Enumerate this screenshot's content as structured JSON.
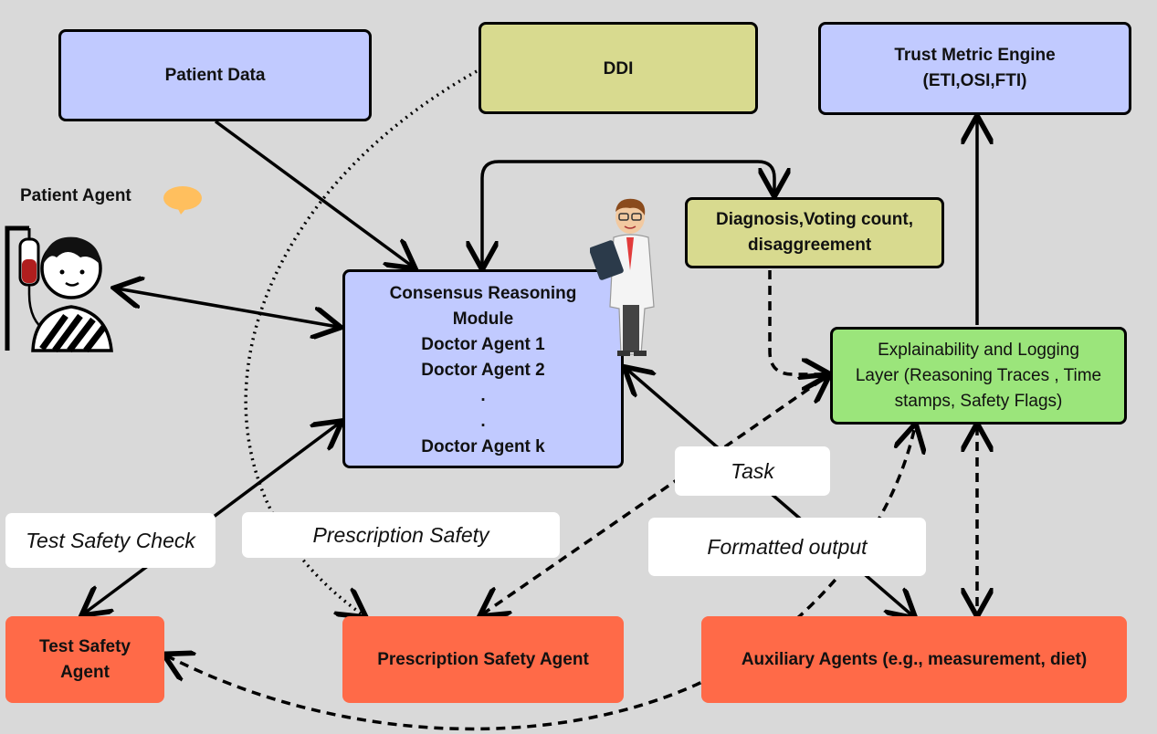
{
  "nodes": {
    "patient_data": "Patient Data",
    "ddi": "DDI",
    "trust_engine": [
      "Trust Metric Engine",
      "(ETI,OSI,FTI)"
    ],
    "diagnosis": [
      "Diagnosis,Voting count,",
      "disaggreement"
    ],
    "consensus": [
      "Consensus Reasoning",
      "Module",
      "Doctor Agent 1",
      "Doctor Agent 2",
      ".",
      ".",
      "Doctor Agent k"
    ],
    "explainability": [
      "Explainability and Logging",
      "Layer (Reasoning Traces , Time",
      "stamps, Safety Flags)"
    ],
    "test_safety_agent": [
      "Test Safety",
      "Agent"
    ],
    "prescription_safety_agent": "Prescription Safety Agent",
    "auxiliary_agents": "Auxiliary Agents (e.g., measurement, diet)",
    "patient_agent": "Patient Agent"
  },
  "edge_labels": {
    "task": "Task",
    "test_safety_check": "Test Safety Check",
    "prescription_safety": "Prescription Safety",
    "formatted_output": "Formatted output"
  },
  "colors": {
    "background": "#d9d9d9",
    "module_blue": "#c1caff",
    "olive": "#d8da8f",
    "green": "#9be57b",
    "agent_red": "#ff6a48",
    "bubble": "#ffbf5e"
  },
  "icons": [
    "speech-bubble-icon",
    "patient-iv-icon",
    "doctor-icon"
  ]
}
